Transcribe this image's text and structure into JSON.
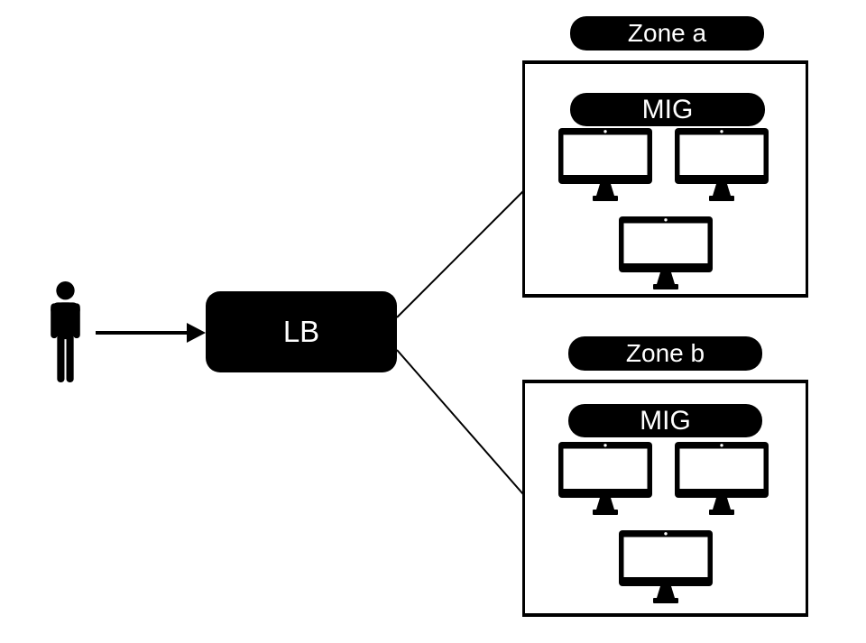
{
  "colors": {
    "background": "#ffffff",
    "ink": "#000000",
    "label_text": "#ffffff"
  },
  "user": {
    "icon": "person-icon"
  },
  "lb": {
    "label": "LB"
  },
  "edges": [
    {
      "from": "user",
      "to": "lb",
      "arrowhead": true
    },
    {
      "from": "lb",
      "to": "zone-a",
      "arrowhead": false
    },
    {
      "from": "lb",
      "to": "zone-b",
      "arrowhead": false
    }
  ],
  "zones": [
    {
      "id": "zone-a",
      "label": "Zone a",
      "group_label": "MIG",
      "instance_icon": "monitor-icon",
      "instance_count": 3
    },
    {
      "id": "zone-b",
      "label": "Zone b",
      "group_label": "MIG",
      "instance_icon": "monitor-icon",
      "instance_count": 3
    }
  ]
}
